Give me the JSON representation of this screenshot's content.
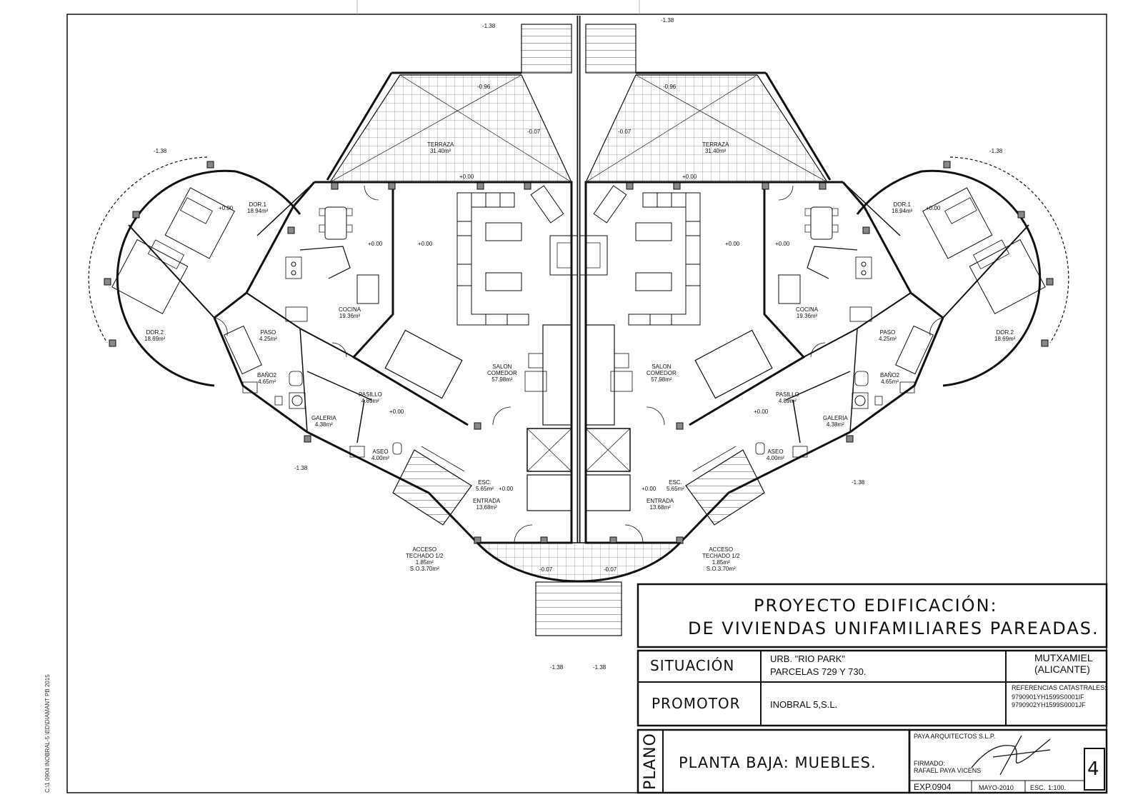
{
  "levels": {
    "top_left": "-1.38",
    "top_right": "-1.38",
    "left_outer": "-1.38",
    "right_outer": "-1.38",
    "terrace_left": "-0.96",
    "terrace_right": "-0.96",
    "terrace_mid_left": "-0.07",
    "terrace_mid_right": "-0.07",
    "terrace_edge_left": "+0.00",
    "terrace_edge_right": "+0.00",
    "lower_left": "-1.38",
    "lower_right": "-1.38",
    "bottom_left": "-1.38",
    "bottom_right": "-1.38",
    "access_left": "-0.07",
    "access_right": "-0.07",
    "zero": "+0.00"
  },
  "rooms_left": {
    "terraza": [
      "TERRAZA",
      "31.40m²"
    ],
    "dor1": [
      "DOR.1",
      "18.94m²"
    ],
    "dor2": [
      "DOR.2",
      "18.69m²"
    ],
    "cocina": [
      "COCINA",
      "19.36m²"
    ],
    "paso": [
      "PASO",
      "4.25m²"
    ],
    "bano2": [
      "BAÑO2",
      "4.65m²"
    ],
    "galeria": [
      "GALERIA",
      "4.38m²"
    ],
    "pasillo": [
      "PASILLO",
      "4.89m²"
    ],
    "aseo": [
      "ASEO",
      "4.00m²"
    ],
    "salon": [
      "SALON",
      "COMEDOR",
      "57.98m²"
    ],
    "esc": [
      "ESC.",
      "5.65m²"
    ],
    "entrada": [
      "ENTRADA",
      "13.68m²"
    ],
    "acceso": [
      "ACCESO",
      "TECHADO 1/2",
      "1.85m²",
      "S.O.3.70m²"
    ]
  },
  "rooms_right": {
    "terraza": [
      "TERRAZA",
      "31.40m²"
    ],
    "dor1": [
      "DOR.1",
      "18.94m²"
    ],
    "dor2": [
      "DOR.2",
      "18.69m²"
    ],
    "cocina": [
      "COCINA",
      "19.36m²"
    ],
    "paso": [
      "PASO",
      "4.25m²"
    ],
    "bano2": [
      "BAÑO2",
      "4.65m²"
    ],
    "galeria": [
      "GALERIA",
      "4.38m²"
    ],
    "pasillo": [
      "PASILLO",
      "4.89m²"
    ],
    "aseo": [
      "ASEO",
      "4.00m²"
    ],
    "salon": [
      "SALON",
      "COMEDOR",
      "57.98m²"
    ],
    "esc": [
      "ESC.",
      "5.65m²"
    ],
    "entrada": [
      "ENTRADA",
      "13.68m²"
    ],
    "acceso": [
      "ACCESO",
      "TECHADO 1/2",
      "1.85m²",
      "S.O.3.70m²"
    ]
  },
  "title_block": {
    "project_line1": "PROYECTO EDIFICACIÓN:",
    "project_line2": "DE VIVIENDAS UNIFAMILIARES PAREADAS.",
    "situacion_label": "SITUACIÓN",
    "situacion_line1": "URB. \"RIO PARK\"",
    "situacion_line2": "PARCELAS 729 Y 730.",
    "municipio_line1": "MUTXAMIEL",
    "municipio_line2": "(ALICANTE)",
    "referencias_label": "REFERENCIAS CATASTRALES:",
    "referencia_1": "9790901YH1599S0001IF",
    "referencia_2": "9790902YH1599S0001JF",
    "promotor_label": "PROMOTOR",
    "promotor_value": "INOBRAL 5,S.L.",
    "plano_label": "PLANO",
    "plano_value": "PLANTA BAJA: MUEBLES.",
    "firm": "PAYA ARQUITECTOS S.L.P.",
    "firmado_label": "FIRMADO:",
    "firmado_name": "RAFAEL PAYA VICENS",
    "expediente": "EXP.0904",
    "fecha": "MAYO-2010",
    "escala_label": "ESC.",
    "escala_value": "1:100.",
    "sheet_number": "4"
  },
  "margin_note": "C:\\1 0904 INOBRAL-5 \\ED\\DIAMANT PB 2015"
}
